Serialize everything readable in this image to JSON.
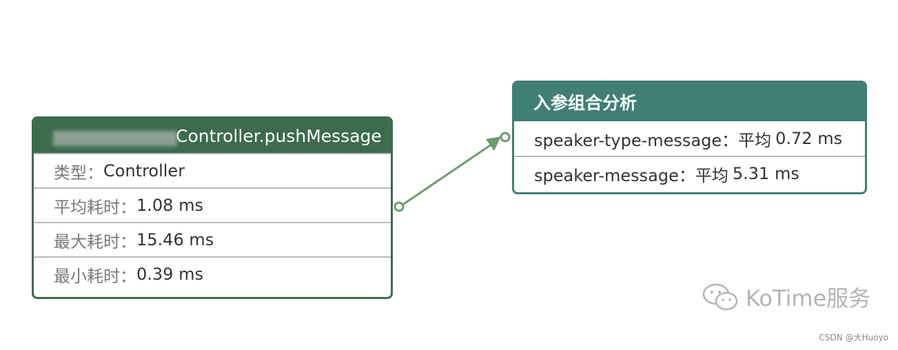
{
  "method_node": {
    "title": "Controller.pushMessage",
    "rows": [
      {
        "label": "类型：",
        "value": "Controller"
      },
      {
        "label": "平均耗时：",
        "value": "1.08 ms"
      },
      {
        "label": "最大耗时：",
        "value": "15.46 ms"
      },
      {
        "label": "最小耗时：",
        "value": "0.39 ms"
      }
    ],
    "color": "#3d6b4e"
  },
  "param_node": {
    "title": "入参组合分析",
    "rows": [
      {
        "label": "speaker-type-message：平均",
        "value": "0.72 ms"
      },
      {
        "label": "speaker-message：平均",
        "value": "5.31 ms"
      }
    ],
    "color": "#3f7f76"
  },
  "edge": {
    "color": "#6e9a70"
  },
  "watermark": {
    "text": "KoTime服务",
    "icon": "wechat-icon"
  },
  "credit": "CSDN @大Huoyo"
}
